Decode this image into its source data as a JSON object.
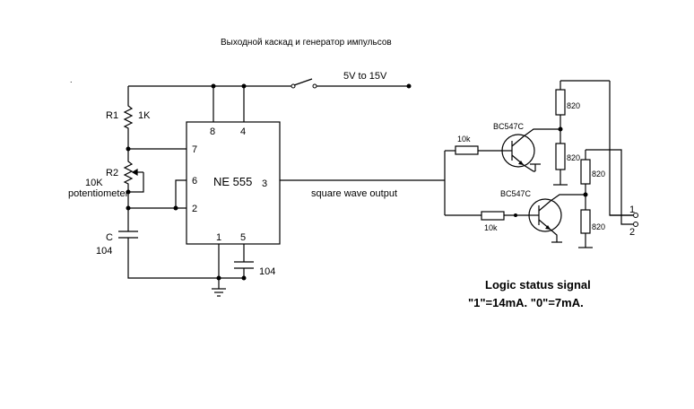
{
  "title": "Выходной каскад   и   генератор   импульсов",
  "supply_label": "5V to 15V",
  "ic": {
    "name": "NE 555",
    "pins": {
      "p8": "8",
      "p4": "4",
      "p7": "7",
      "p6": "6",
      "p2": "2",
      "p3": "3",
      "p1": "1",
      "p5": "5"
    }
  },
  "components": {
    "r1_ref": "R1",
    "r1_value": "1K",
    "r2_ref": "R2",
    "r2_value": "10K",
    "r2_type": "potentiometer",
    "c_ref": "C",
    "c_value": "104",
    "c5_value": "104",
    "rb1_value": "10k",
    "rb2_value": "10k",
    "t1_model": "BC547C",
    "t2_model": "BC547C",
    "rc1_value": "820",
    "re1_value": "820",
    "rc2_value": "820",
    "re2_value": "820"
  },
  "output_label": "square wave output",
  "terminals": {
    "t1": "1",
    "t2": "2"
  },
  "note": {
    "line1": "Logic status signal",
    "line2": "\"1\"=14mA. \"0\"=7mA."
  }
}
